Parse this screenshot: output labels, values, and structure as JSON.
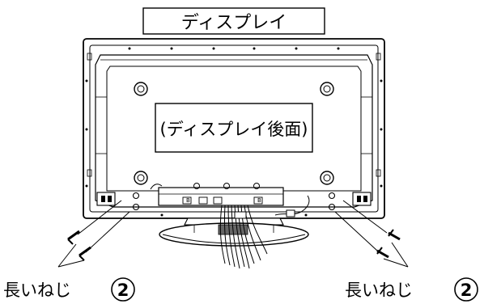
{
  "title_box": {
    "label": "ディスプレイ"
  },
  "center_label": "(ディスプレイ後面)",
  "callouts": [
    {
      "text": "長いねじ",
      "number": "2"
    },
    {
      "text": "長いねじ",
      "number": "2"
    }
  ]
}
